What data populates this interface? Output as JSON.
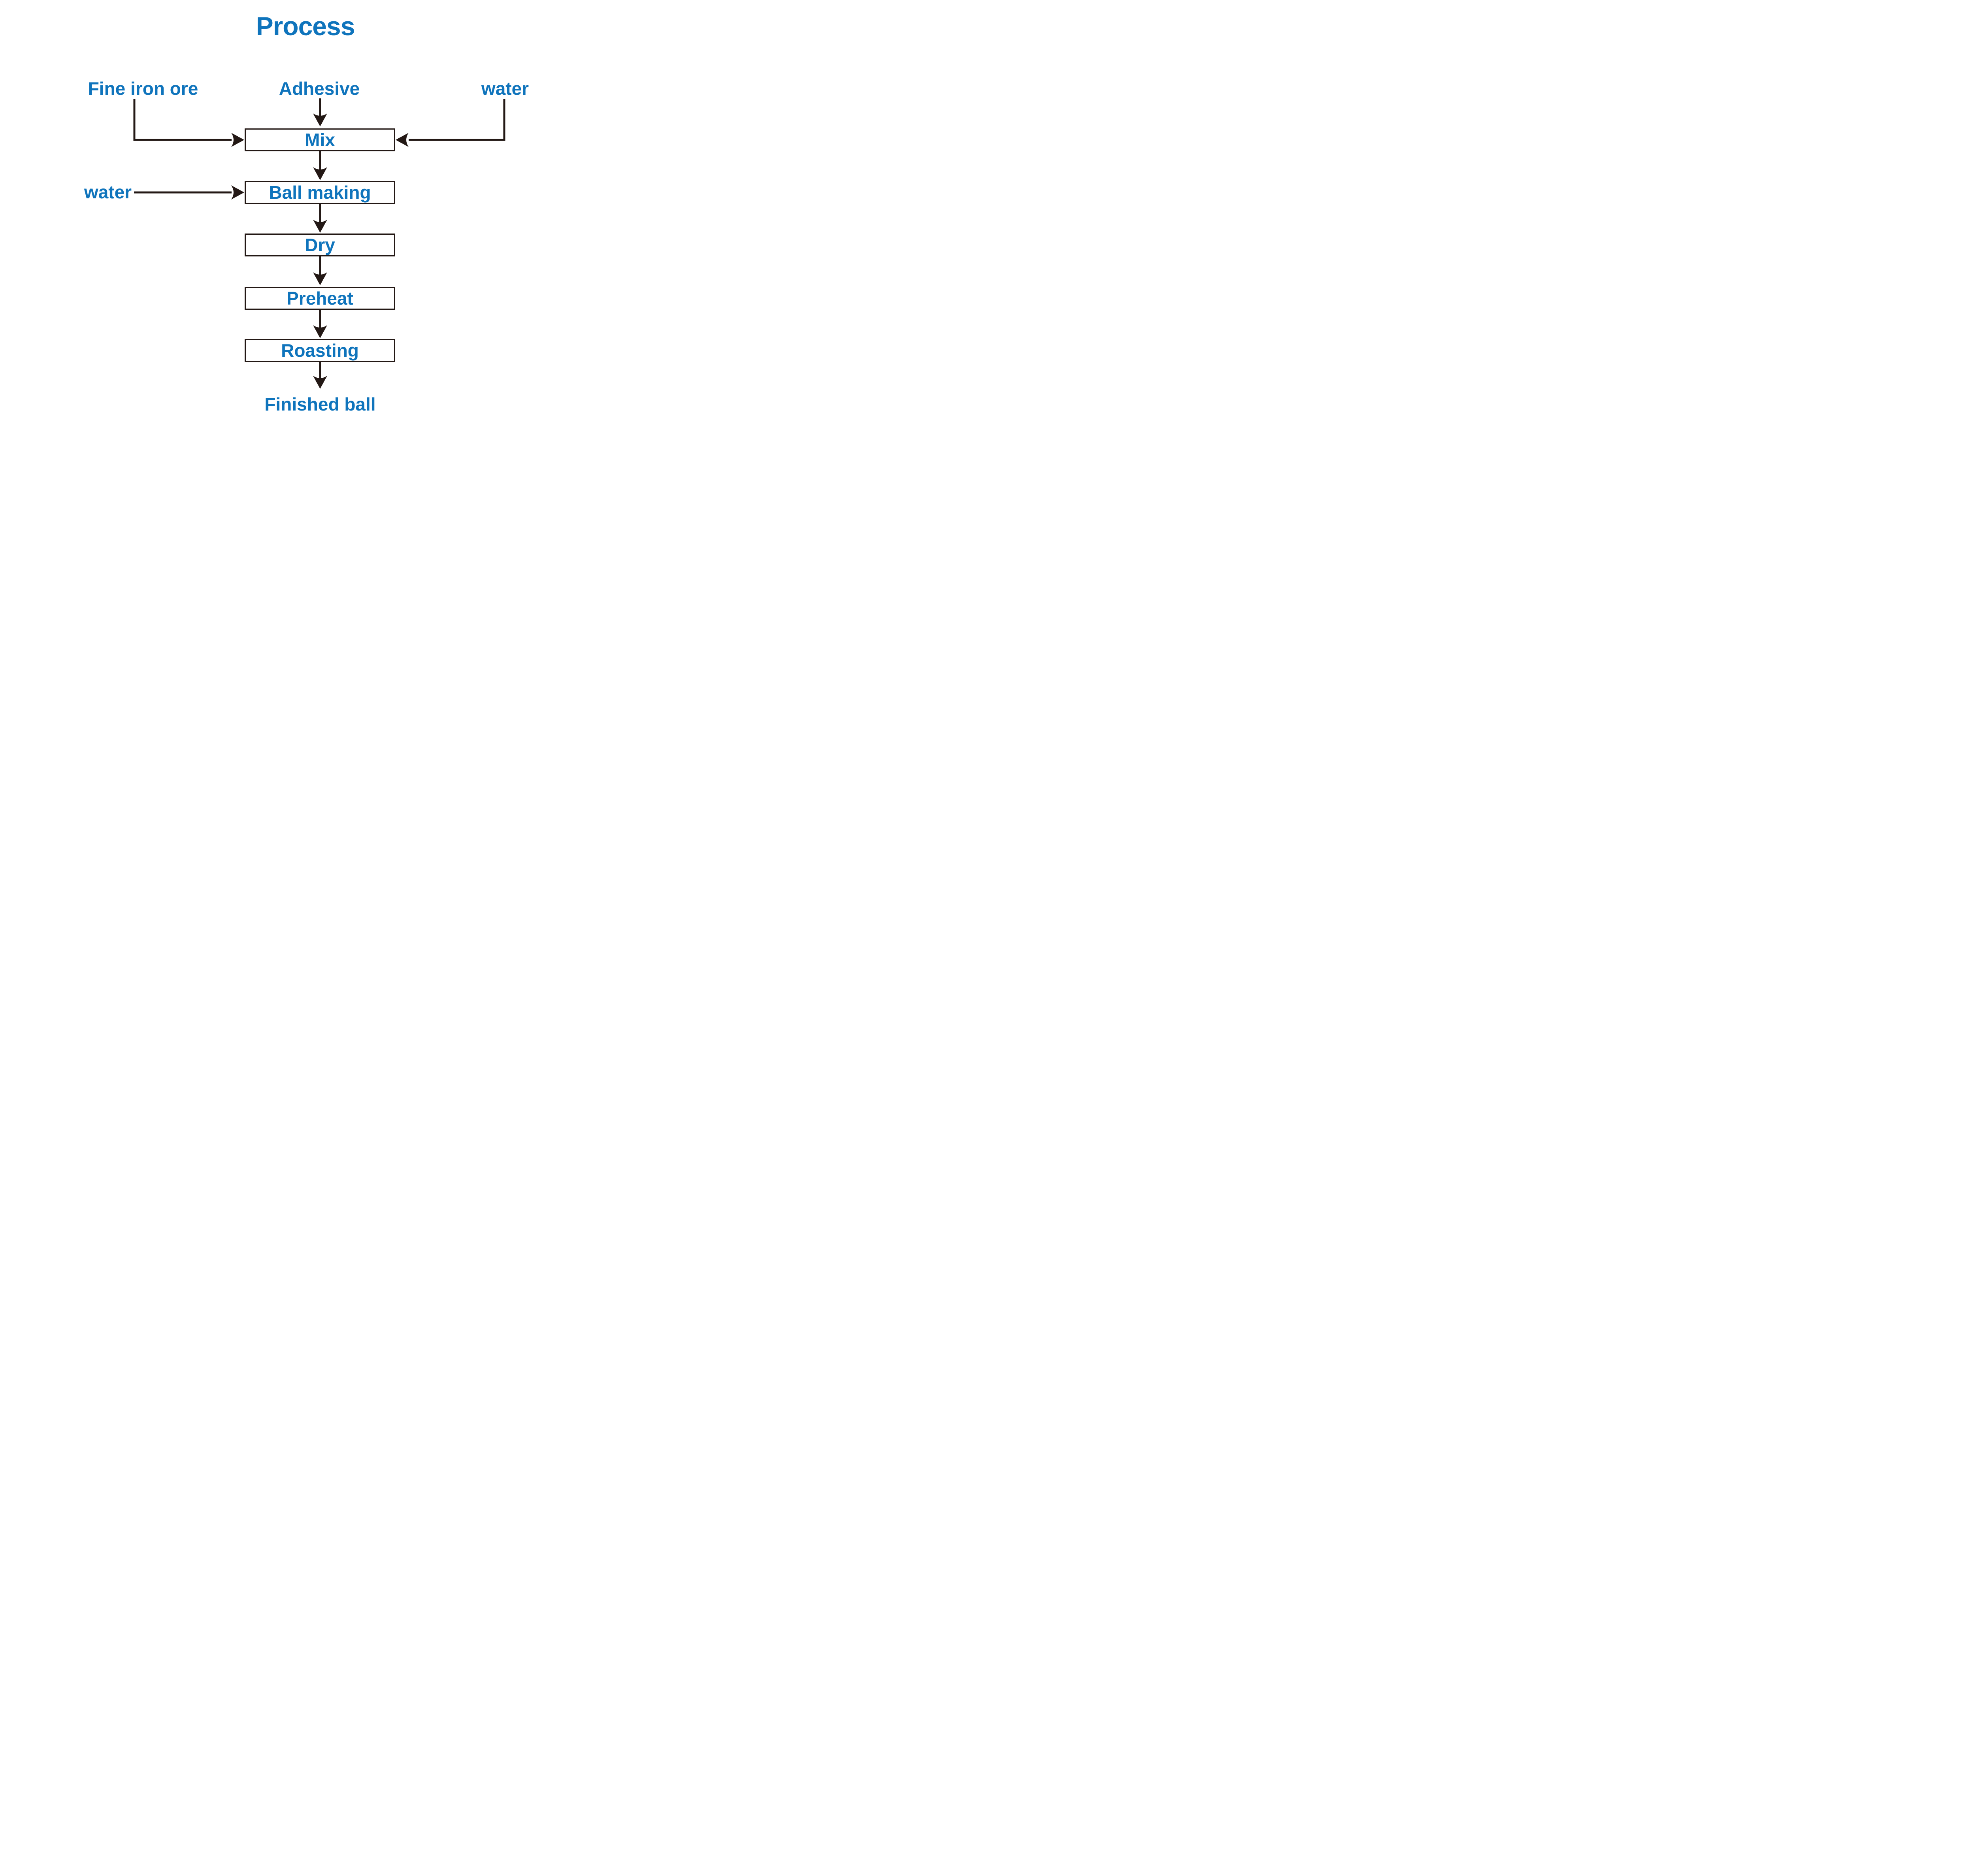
{
  "title": "Process",
  "colors": {
    "accent_blue": "#0f74bc",
    "line_dark": "#231815",
    "background": "#ffffff"
  },
  "inputs": [
    {
      "id": "fine-iron-ore",
      "label": "Fine iron ore"
    },
    {
      "id": "adhesive",
      "label": "Adhesive"
    },
    {
      "id": "water-top",
      "label": "water"
    },
    {
      "id": "water-left",
      "label": "water"
    }
  ],
  "steps": [
    {
      "id": "mix",
      "label": "Mix"
    },
    {
      "id": "ball-making",
      "label": "Ball making"
    },
    {
      "id": "dry",
      "label": "Dry"
    },
    {
      "id": "preheat",
      "label": "Preheat"
    },
    {
      "id": "roasting",
      "label": "Roasting"
    }
  ],
  "output": {
    "id": "finished-ball",
    "label": "Finished ball"
  },
  "arrows": [
    {
      "from": "Fine iron ore",
      "to": "Mix"
    },
    {
      "from": "Adhesive",
      "to": "Mix"
    },
    {
      "from": "water",
      "to": "Mix"
    },
    {
      "from": "water",
      "to": "Ball making"
    },
    {
      "from": "Mix",
      "to": "Ball making"
    },
    {
      "from": "Ball making",
      "to": "Dry"
    },
    {
      "from": "Dry",
      "to": "Preheat"
    },
    {
      "from": "Preheat",
      "to": "Roasting"
    },
    {
      "from": "Roasting",
      "to": "Finished ball"
    }
  ]
}
